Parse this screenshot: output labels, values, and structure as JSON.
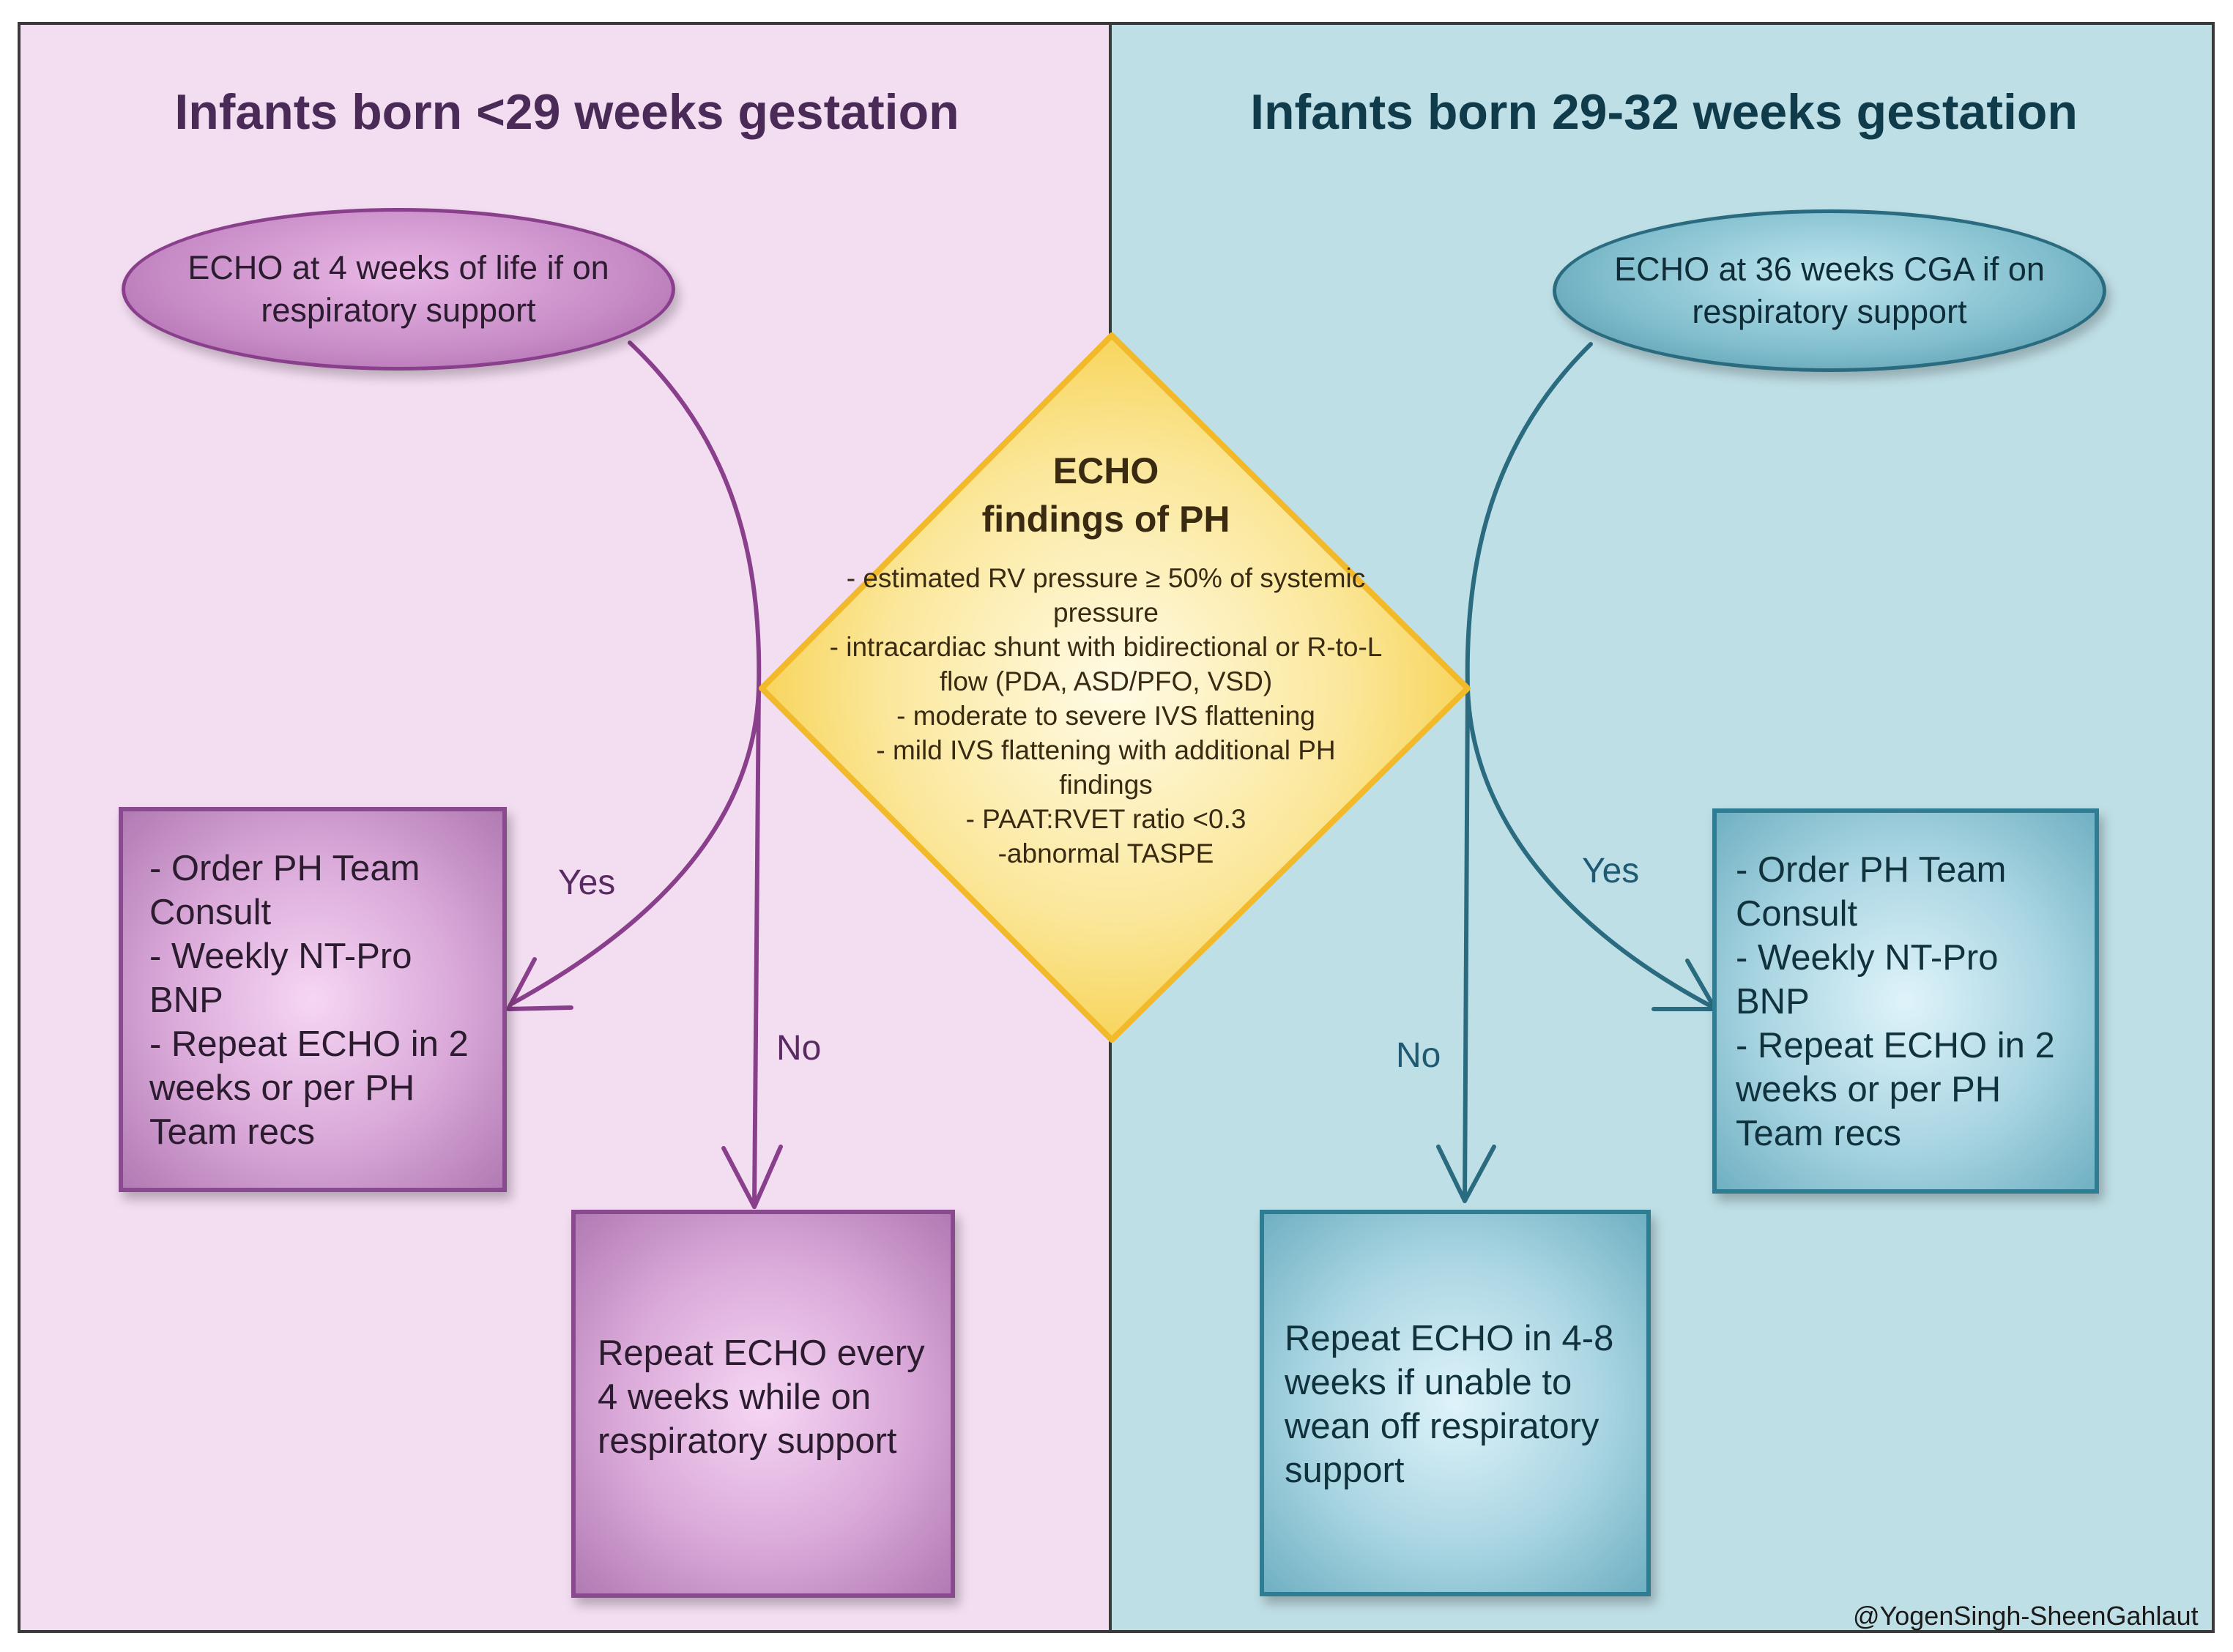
{
  "left": {
    "heading": "Infants born <29 weeks gestation",
    "start": "ECHO at 4 weeks of life if on respiratory support",
    "yes_label": "Yes",
    "no_label": "No",
    "yes_box": [
      "- Order PH Team Consult",
      "- Weekly NT-Pro BNP",
      "- Repeat ECHO in 2 weeks or per PH Team recs"
    ],
    "no_box": "Repeat ECHO every 4 weeks while on respiratory support"
  },
  "right": {
    "heading": "Infants born 29-32 weeks gestation",
    "start": "ECHO at 36 weeks CGA if on respiratory support",
    "yes_label": "Yes",
    "no_label": "No",
    "yes_box": [
      "- Order PH Team Consult",
      "- Weekly NT-Pro BNP",
      "- Repeat ECHO in 2 weeks or per PH Team recs"
    ],
    "no_box": "Repeat ECHO in 4-8 weeks if unable to wean off respiratory support"
  },
  "decision": {
    "title_line1": "ECHO",
    "title_line2": "findings of PH",
    "criteria": [
      "- estimated RV pressure ≥ 50% of systemic pressure",
      "- intracardiac shunt with bidirectional or R-to-L flow (PDA, ASD/PFO, VSD)",
      "- moderate to severe IVS flattening",
      "- mild IVS flattening with additional PH findings",
      "- PAAT:RVET ratio <0.3",
      "-abnormal TASPE"
    ]
  },
  "credit": "@YogenSingh-SheenGahlaut",
  "colors": {
    "left_bg": "#f3ddf1",
    "right_bg": "#bfdfe6",
    "purple_line": "#8a3f8c",
    "teal_line": "#2a6b80",
    "diamond_fill": "#fbe27a",
    "diamond_border": "#f2b92a"
  }
}
